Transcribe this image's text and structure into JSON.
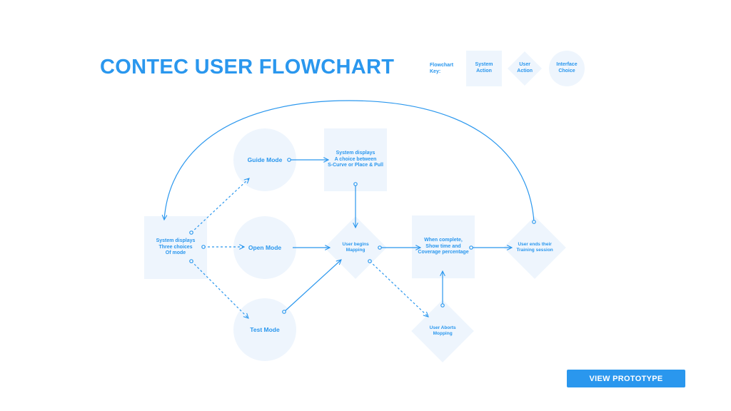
{
  "title": "CONTEC USER FLOWCHART",
  "key": {
    "label": "Flowchart\nKey:",
    "system": "System\nAction",
    "user": "User\nAction",
    "interface": "Interface\nChoice"
  },
  "nodes": {
    "three_choices": "System displays\nThree choices\nOf mode",
    "guide_mode": "Guide Mode",
    "open_mode": "Open Mode",
    "test_mode": "Test Mode",
    "choice_scurve": "System displays\nA choice between\nS-Curve or Place & Pull",
    "begins_mapping": "User begins\nMapping",
    "when_complete": "When complete,\nShow time and\nCoverage percentage",
    "aborts_mapping": "User Aborts\nMopping",
    "ends_session": "User ends their\nTraining session"
  },
  "cta": {
    "label": "VIEW PROTOTYPE"
  },
  "colors": {
    "accent": "#2a97ee",
    "shape_fill": "#eef5fd"
  }
}
